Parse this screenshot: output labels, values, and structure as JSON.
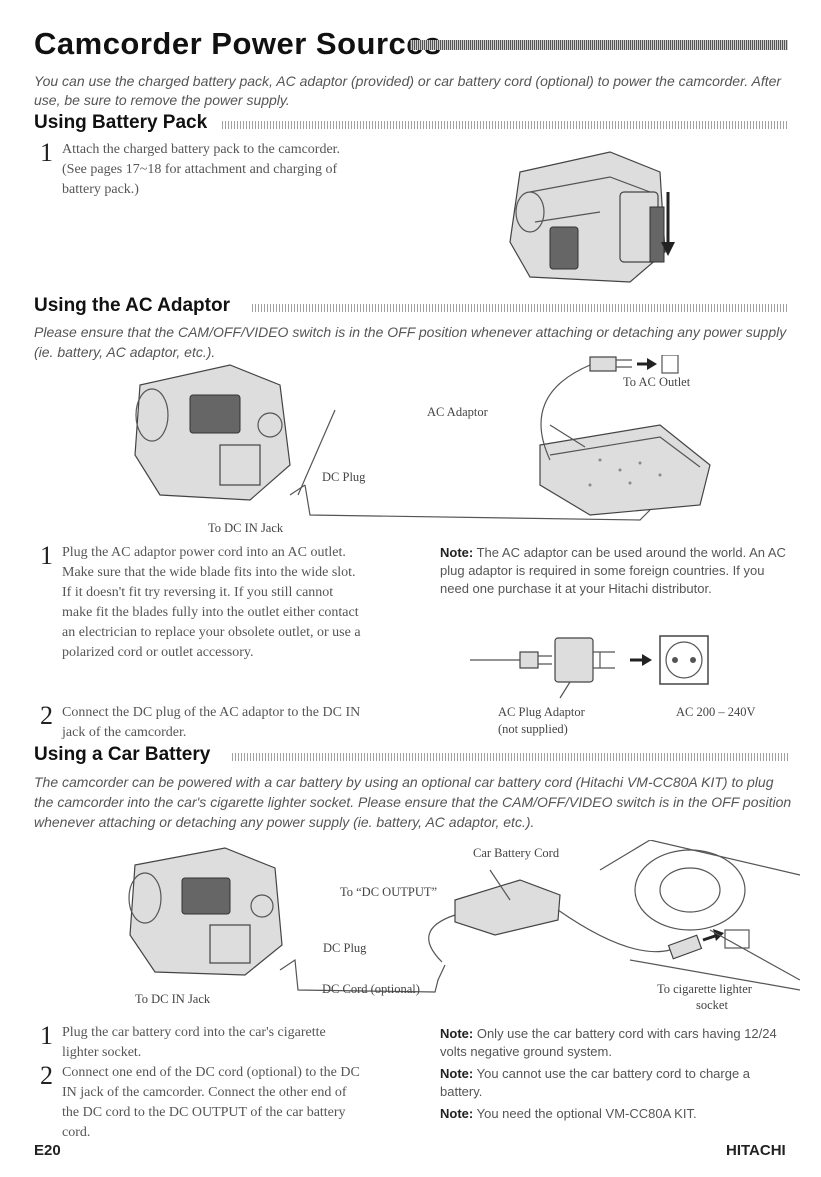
{
  "title": "Camcorder Power Sources",
  "intro": "You can use the charged battery pack, AC adaptor (provided) or car battery cord (optional) to power the camcorder. After use, be sure to remove the power supply.",
  "battery": {
    "heading": "Using Battery Pack",
    "steps": [
      {
        "num": "1",
        "text": "Attach the charged battery pack to the camcorder. (See pages 17~18 for attachment and charging of battery pack.)"
      }
    ]
  },
  "ac": {
    "heading": "Using the AC Adaptor",
    "caution": "Please ensure that the CAM/OFF/VIDEO switch is in the OFF position whenever attaching or detaching any power supply (ie. battery, AC adaptor, etc.).",
    "labels": {
      "to_ac_outlet": "To AC Outlet",
      "ac_adaptor": "AC Adaptor",
      "dc_plug": "DC Plug",
      "to_dc_in_jack": "To DC IN Jack"
    },
    "steps": [
      {
        "num": "1",
        "text": "Plug the AC adaptor power cord into an AC outlet. Make sure that the wide blade fits into the wide slot. If it doesn't fit try reversing it. If you still cannot make fit the blades fully into the outlet either contact an electrician to replace your obsolete outlet, or use a polarized cord or outlet accessory."
      },
      {
        "num": "2",
        "text": "Connect the DC plug of the AC adaptor to the DC IN jack of the camcorder."
      }
    ],
    "note_label": "Note:",
    "note": "The AC adaptor can be used around the world. An AC plug adaptor is required in some foreign countries. If you need one purchase it at your Hitachi distributor.",
    "plug_adaptor_label": "AC Plug Adaptor",
    "plug_adaptor_sub": "(not supplied)",
    "voltage_label": "AC 200 – 240V"
  },
  "car": {
    "heading": "Using a Car Battery",
    "caution": "The camcorder can be powered with a car battery by using an optional car battery cord (Hitachi VM-CC80A KIT) to plug the camcorder into the car's cigarette lighter socket. Please ensure that the CAM/OFF/VIDEO switch is in the OFF position whenever attaching or detaching any power supply (ie. battery, AC adaptor, etc.).",
    "labels": {
      "car_battery_cord": "Car Battery Cord",
      "to_dc_output": "To “DC OUTPUT”",
      "dc_plug": "DC Plug",
      "to_dc_in_jack": "To DC IN Jack",
      "dc_cord": "DC Cord (optional)",
      "to_cigarette_1": "To cigarette lighter",
      "to_cigarette_2": "socket"
    },
    "steps": [
      {
        "num": "1",
        "text": "Plug the car battery cord into the car's cigarette lighter socket."
      },
      {
        "num": "2",
        "text": "Connect one end of the DC cord (optional) to the DC IN jack of the camcorder. Connect the other end of the DC cord to the DC OUTPUT of the car battery cord."
      }
    ],
    "notes": [
      {
        "label": "Note:",
        "text": "Only use the car battery cord with cars having 12/24 volts negative ground system."
      },
      {
        "label": "Note:",
        "text": "You cannot use the car battery cord to charge a battery."
      },
      {
        "label": "Note:",
        "text": "You need the optional VM-CC80A KIT."
      }
    ]
  },
  "footer": {
    "page": "E20",
    "brand": "HITACHI"
  }
}
